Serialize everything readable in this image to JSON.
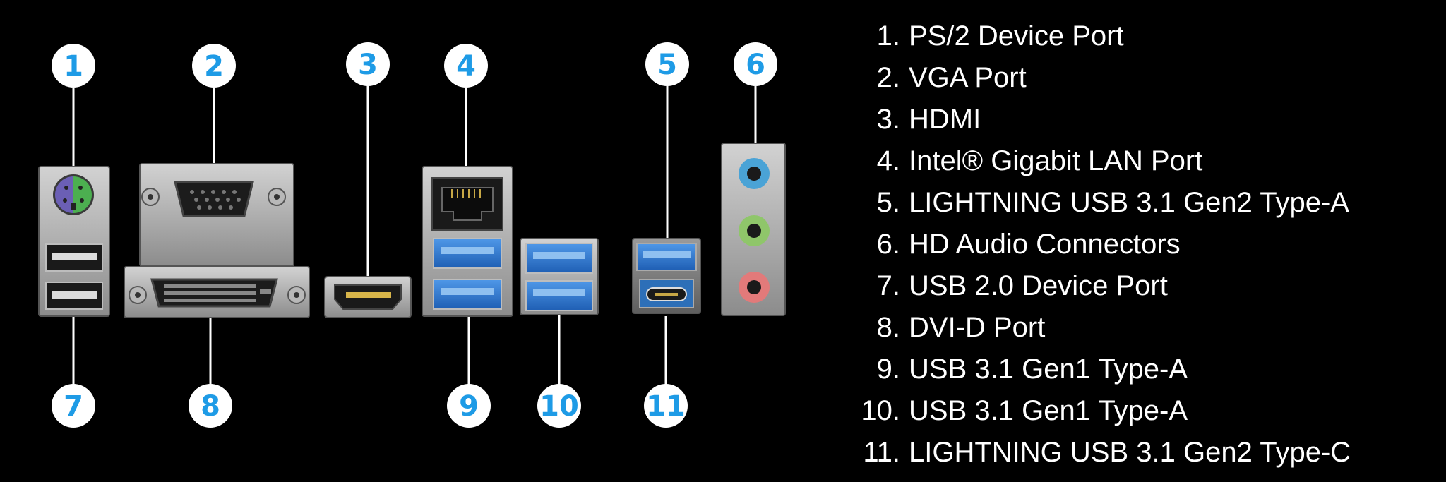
{
  "colors": {
    "background": "#000000",
    "badge_text": "#1e9be6",
    "badge_fill": "#ffffff",
    "port_blue": "#2f7fd6",
    "jack_blue": "#4aa3d6",
    "jack_green": "#8fc66a",
    "jack_pink": "#e27a7a",
    "ps2_purple": "#6b5fb5",
    "ps2_green": "#4caf50"
  },
  "callouts": [
    {
      "num": "1",
      "label": "PS/2 Device Port"
    },
    {
      "num": "2",
      "label": "VGA Port"
    },
    {
      "num": "3",
      "label": "HDMI"
    },
    {
      "num": "4",
      "label": "Intel® Gigabit LAN Port"
    },
    {
      "num": "5",
      "label": "LIGHTNING USB 3.1 Gen2 Type-A"
    },
    {
      "num": "6",
      "label": "HD Audio Connectors"
    },
    {
      "num": "7",
      "label": "USB 2.0 Device Port"
    },
    {
      "num": "8",
      "label": "DVI-D Port"
    },
    {
      "num": "9",
      "label": "USB 3.1 Gen1 Type-A"
    },
    {
      "num": "10",
      "label": "USB 3.1 Gen1 Type-A"
    },
    {
      "num": "11",
      "label": "LIGHTNING USB 3.1 Gen2 Type-C"
    }
  ]
}
